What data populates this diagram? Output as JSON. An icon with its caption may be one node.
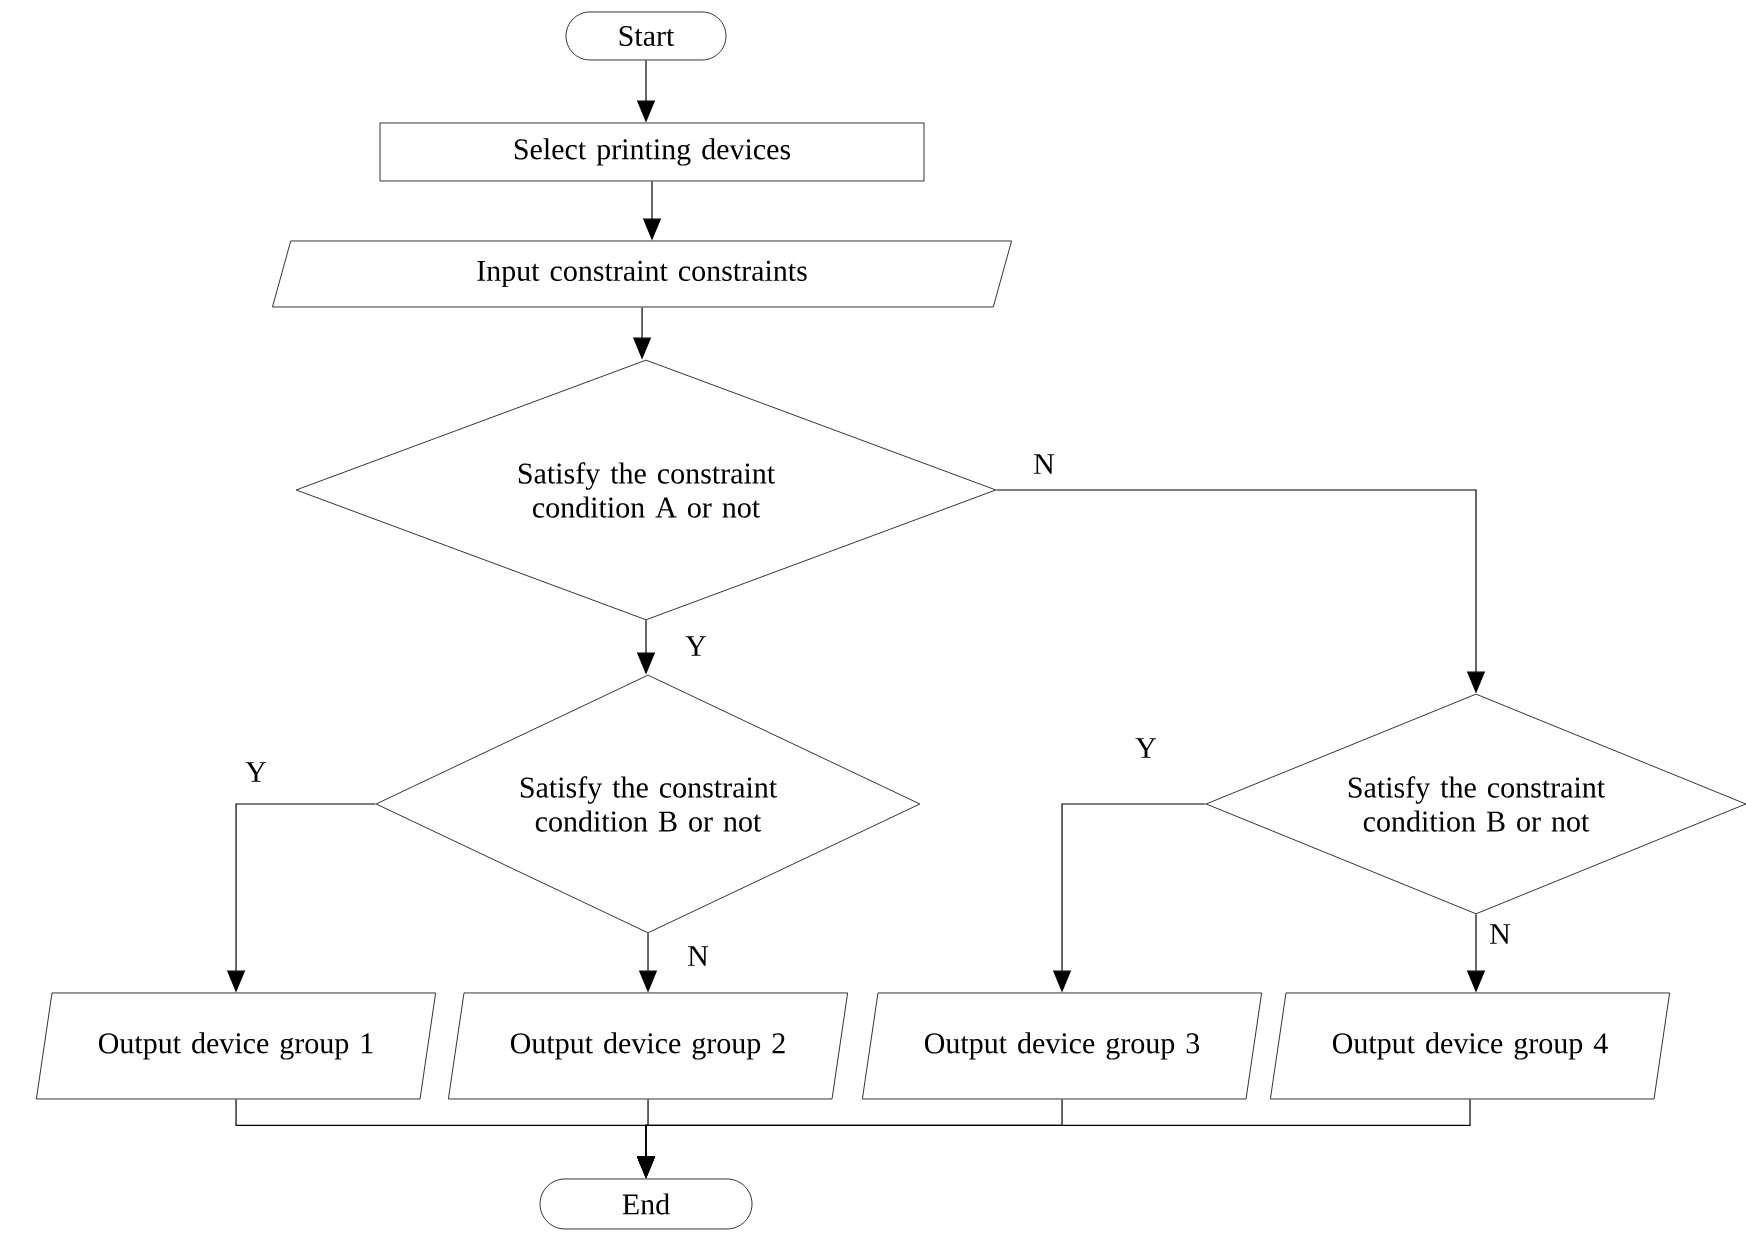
{
  "diagram": {
    "nodes": [
      {
        "text": [
          "Start"
        ]
      },
      {
        "text": [
          "Select printing devices"
        ]
      },
      {
        "text": [
          "Input constraint constraints"
        ]
      },
      {
        "text": [
          "Satisfy the constraint condition A or not"
        ]
      },
      {
        "text": [
          "Satisfy the constraint condition B or not"
        ]
      },
      {
        "text": [
          "Satisfy the constraint condition B or not"
        ]
      },
      {
        "text": [
          "Output device group 1"
        ]
      },
      {
        "text": [
          "Output device group 2"
        ]
      },
      {
        "text": [
          "Output device group 3"
        ]
      },
      {
        "text": [
          "Output device group 4"
        ]
      },
      {
        "text": [
          "End"
        ]
      }
    ],
    "edges": [
      {
        "from": 0,
        "to": 1,
        "arrow": "to"
      },
      {
        "from": 1,
        "to": 2,
        "arrow": "to"
      },
      {
        "from": 2,
        "to": 3,
        "arrow": "to"
      },
      {
        "from": 3,
        "to": 4,
        "arrow": "to",
        "label": "Y"
      },
      {
        "from": 3,
        "to": 5,
        "arrow": "to",
        "label": "N"
      },
      {
        "from": 4,
        "to": 6,
        "arrow": "to",
        "label": "Y"
      },
      {
        "from": 4,
        "to": 7,
        "arrow": "to",
        "label": "N"
      },
      {
        "from": 5,
        "to": 8,
        "arrow": "to",
        "label": "Y"
      },
      {
        "from": 5,
        "to": 9,
        "arrow": "to",
        "label": "N"
      },
      {
        "from": 6,
        "to": 10,
        "arrow": "to"
      },
      {
        "from": 7,
        "to": 10,
        "arrow": "to"
      },
      {
        "from": 8,
        "to": 10,
        "arrow": "to"
      },
      {
        "from": 9,
        "to": 10,
        "arrow": "to"
      }
    ]
  }
}
